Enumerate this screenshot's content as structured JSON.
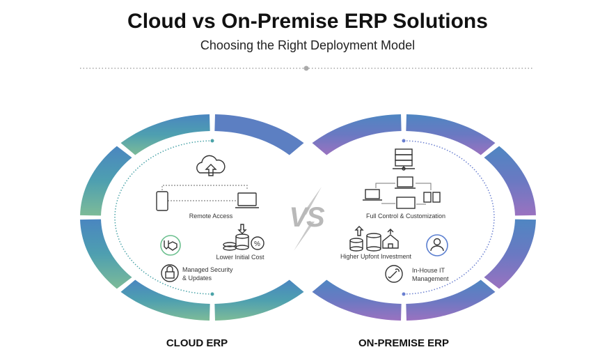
{
  "header": {
    "title": "Cloud vs On-Premise ERP Solutions",
    "subtitle": "Choosing the Right Deployment Model"
  },
  "vs_label": "VS",
  "cloud": {
    "label": "CLOUD ERP",
    "features": {
      "remote_access": "Remote Access",
      "lower_cost": "Lower Initial Cost",
      "security_line1": "Managed Security",
      "security_line2": "& Updates"
    },
    "colors": {
      "top": "#4a86c0",
      "bottom": "#7dbb98",
      "accent": "#5c7fc2"
    }
  },
  "onpremise": {
    "label": "ON-PREMISE ERP",
    "features": {
      "control": "Full Control & Customization",
      "investment": "Higher Upfont Investment",
      "it_line1": "In-House IT",
      "it_line2": "Management"
    },
    "colors": {
      "top": "#4f86c2",
      "bottom": "#9a72c0"
    }
  }
}
